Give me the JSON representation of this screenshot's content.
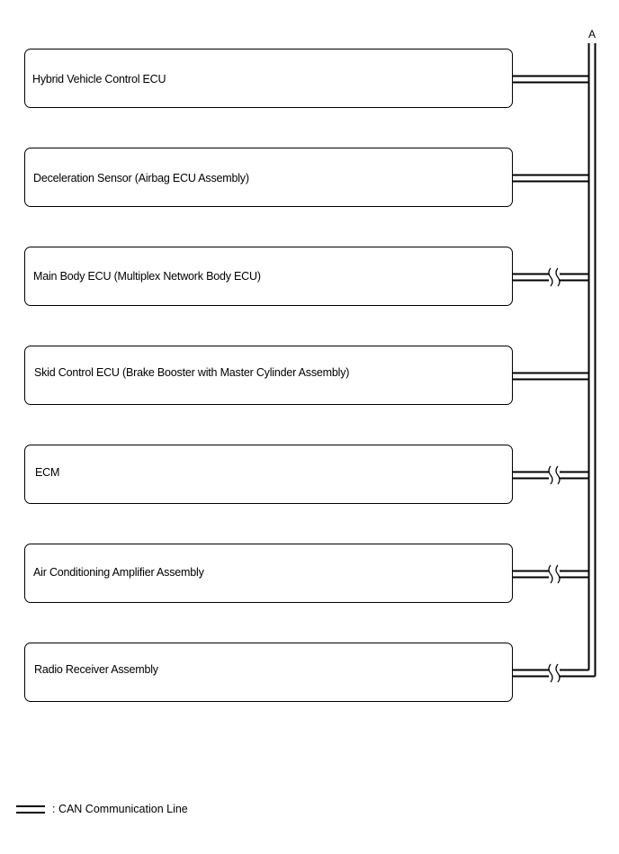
{
  "bus_label": "A",
  "nodes": [
    {
      "label": "Hybrid Vehicle Control ECU",
      "break_mark": false
    },
    {
      "label": "Deceleration Sensor (Airbag ECU Assembly)",
      "break_mark": false
    },
    {
      "label": "Main Body ECU (Multiplex Network Body ECU)",
      "break_mark": true
    },
    {
      "label": "Skid Control ECU (Brake Booster with Master Cylinder Assembly)",
      "break_mark": false
    },
    {
      "label": "ECM",
      "break_mark": true
    },
    {
      "label": "Air Conditioning Amplifier Assembly",
      "break_mark": true
    },
    {
      "label": "Radio Receiver Assembly",
      "break_mark": true
    }
  ],
  "legend": {
    "label": ": CAN Communication Line"
  }
}
